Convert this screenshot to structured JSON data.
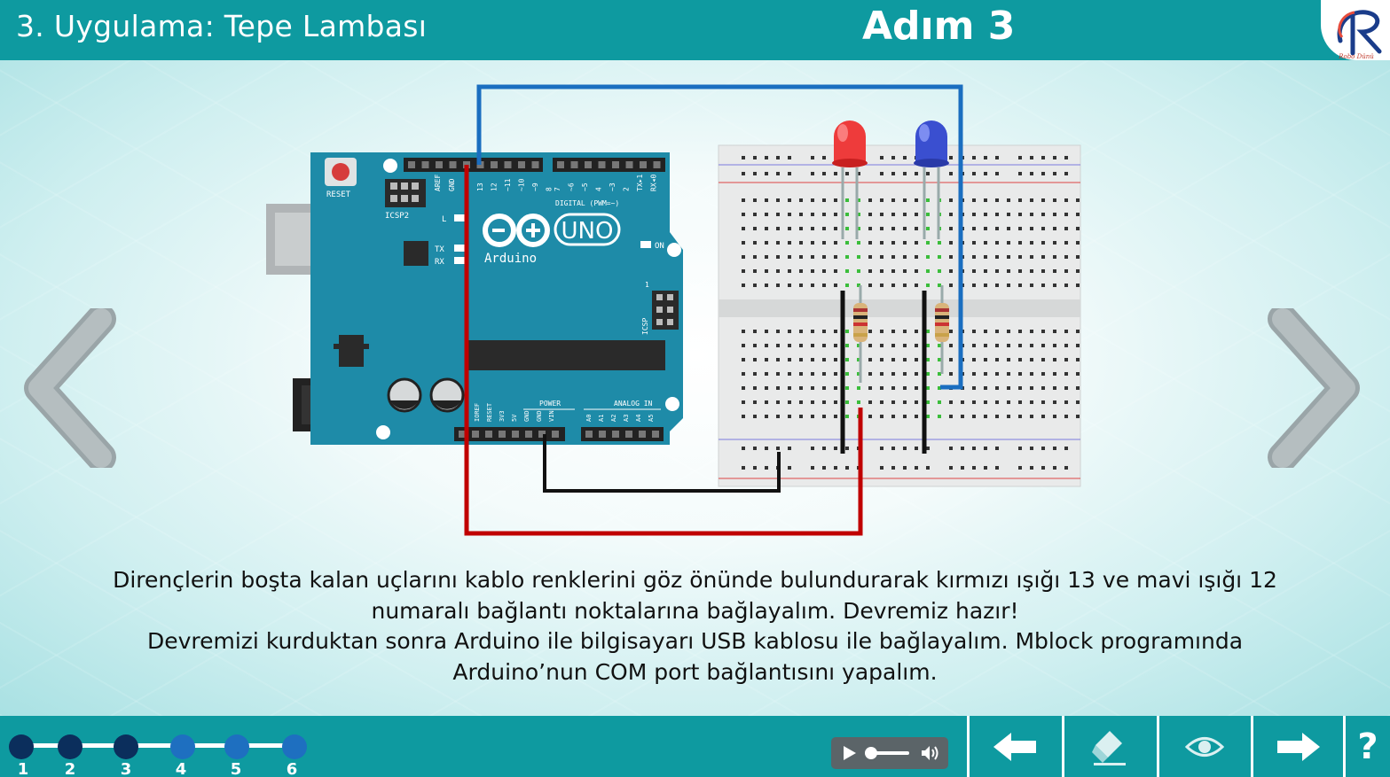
{
  "header": {
    "lesson_title": "3. Uygulama: Tepe Lambası",
    "step_title": "Adım 3",
    "logo_text": "Robo Dünü"
  },
  "description": {
    "lines": [
      "Dirençlerin boşta kalan uçlarını kablo renklerini göz önünde bulundurarak kırmızı ışığı 13 ve mavi ışığı 12",
      "numaralı bağlantı noktalarına bağlayalım. Devremiz hazır!",
      "Devremizi kurduktan sonra Arduino ile bilgisayarı USB kablosu ile bağlayalım. Mblock programında",
      "Arduino’nun COM port bağlantısını yapalım."
    ]
  },
  "board": {
    "reset_label": "RESET",
    "icsp2_label": "ICSP2",
    "aref_label": "AREF",
    "gnd_label": "GND",
    "pin_labels": [
      "13",
      "12",
      "~11",
      "~10",
      "~9",
      "8",
      "7",
      "~6",
      "~5",
      "4",
      "~3",
      "2",
      "TX▸1",
      "RX◂0"
    ],
    "digital_label": "DIGITAL (PWM=~)",
    "l_label": "L",
    "tx_label": "TX",
    "rx_label": "RX",
    "on_label": "ON",
    "brand_model": "UNO",
    "brand_name": "Arduino",
    "icsp_label": "ICSP",
    "icsp_pin": "1",
    "power_label": "POWER",
    "analog_label": "ANALOG IN",
    "power_pins": [
      "IOREF",
      "RESET",
      "3V3",
      "5V",
      "GND",
      "GND",
      "VIN"
    ],
    "analog_pins": [
      "A0",
      "A1",
      "A2",
      "A3",
      "A4",
      "A5"
    ]
  },
  "progress": {
    "steps": [
      {
        "label": "1",
        "state": "done"
      },
      {
        "label": "2",
        "state": "done"
      },
      {
        "label": "3",
        "state": "done"
      },
      {
        "label": "4",
        "state": "todo"
      },
      {
        "label": "5",
        "state": "todo"
      },
      {
        "label": "6",
        "state": "todo"
      }
    ]
  },
  "colors": {
    "teal": "#0e9aa0",
    "board_blue": "#1e8ba8",
    "wire_blue": "#1a6ec0",
    "wire_red": "#c00000",
    "wire_black": "#111111",
    "step_done": "#0b2e5c",
    "step_todo": "#1e6fc0"
  },
  "icons": {
    "prev": "chevron-left-icon",
    "next": "chevron-right-icon",
    "back": "arrow-left-icon",
    "erase": "eraser-icon",
    "view": "eye-icon",
    "forward": "arrow-right-icon",
    "help": "question-mark-icon",
    "help_glyph": "?"
  }
}
